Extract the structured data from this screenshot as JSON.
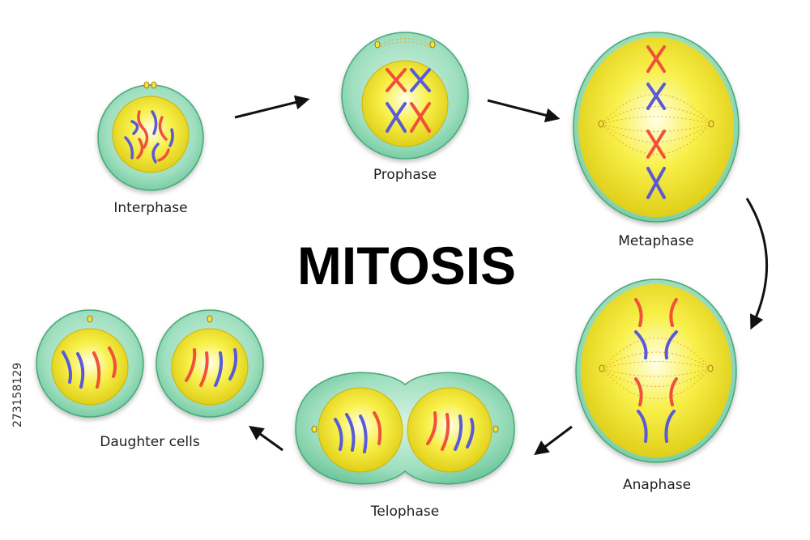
{
  "title": "MITOSIS",
  "stages": {
    "interphase": "Interphase",
    "prophase": "Prophase",
    "metaphase": "Metaphase",
    "anaphase": "Anaphase",
    "telophase": "Telophase",
    "daughter_cells": "Daughter cells"
  },
  "watermark_id": "273158129",
  "colors": {
    "cytoplasm": "#7fd3a8",
    "nucleus": "#f3e719",
    "chromosome_red": "#f0503c",
    "chromosome_blue": "#5a5ad8",
    "spindle": "#e8a13a"
  }
}
